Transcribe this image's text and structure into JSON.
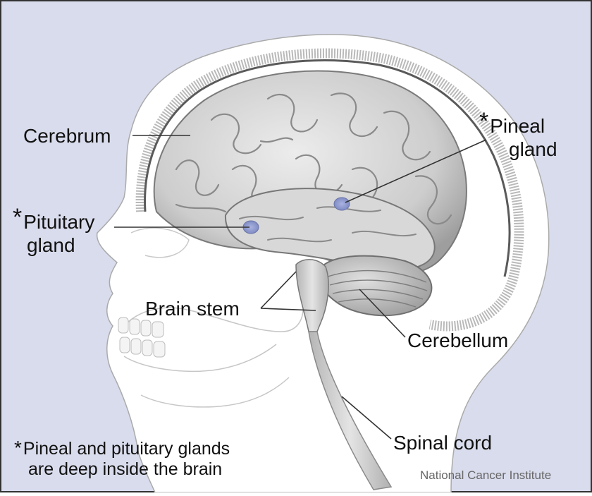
{
  "labels": {
    "cerebrum": "Cerebrum",
    "pineal_line1": "Pineal",
    "pineal_line2": "gland",
    "pituitary_line1": "Pituitary",
    "pituitary_line2": "gland",
    "brain_stem": "Brain stem",
    "cerebellum": "Cerebellum",
    "spinal_cord": "Spinal cord",
    "asterisk": "*"
  },
  "footnote": {
    "line1": "Pineal and pituitary glands",
    "line2": "are deep inside the brain"
  },
  "credit": "National Cancer Institute",
  "colors": {
    "background": "#d9dcec",
    "head": "#ffffff",
    "brain": "#cfcfcf",
    "gland": "#8f9bd0",
    "text": "#111111"
  }
}
